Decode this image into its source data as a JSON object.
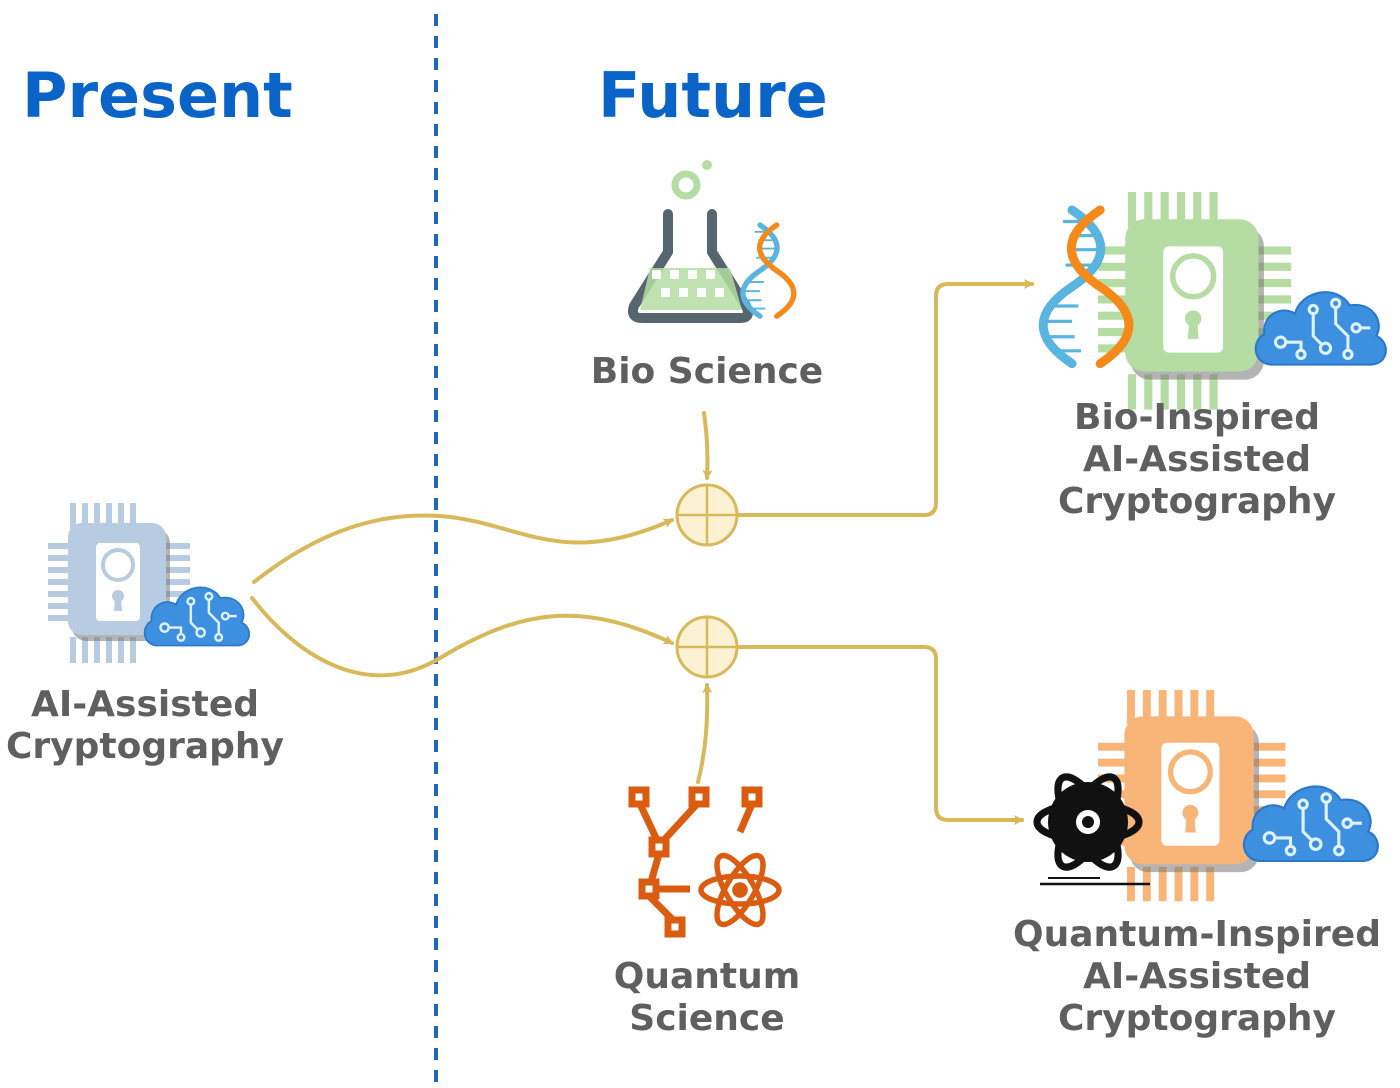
{
  "headings": {
    "present": "Present",
    "future": "Future"
  },
  "colors": {
    "heading": "#0a64c8",
    "divider": "#1f66c0",
    "connector": "#d7b95a",
    "label": "#5f5f5f",
    "chip_present": "#b7cbe3",
    "chip_bio": "#b5dca2",
    "chip_quantum": "#f9b578",
    "cloud": "#3d8fe0",
    "dna_orange": "#f5891a",
    "dna_blue": "#5ab4e0",
    "quantum_icon": "#d95c10"
  },
  "nodes": {
    "present": {
      "lines": [
        "AI-Assisted",
        "Cryptography"
      ]
    },
    "bio_science": {
      "lines": [
        "Bio Science"
      ]
    },
    "quantum_science": {
      "lines": [
        "Quantum",
        "Science"
      ]
    },
    "bio_inspired": {
      "lines": [
        "Bio-Inspired",
        "AI-Assisted",
        "Cryptography"
      ]
    },
    "quantum_inspired": {
      "lines": [
        "Quantum-Inspired",
        "AI-Assisted",
        "Cryptography"
      ]
    }
  },
  "icons": {
    "present": [
      "chip-icon",
      "cloud-circuit-icon"
    ],
    "bio_science": [
      "flask-icon",
      "dna-icon"
    ],
    "quantum_science": [
      "network-icon",
      "atom-icon"
    ],
    "bio_inspired": [
      "dna-icon",
      "chip-icon",
      "cloud-circuit-icon"
    ],
    "quantum_inspired": [
      "atom-icon",
      "chip-icon",
      "cloud-circuit-icon"
    ],
    "combine": "circled-plus-icon"
  }
}
